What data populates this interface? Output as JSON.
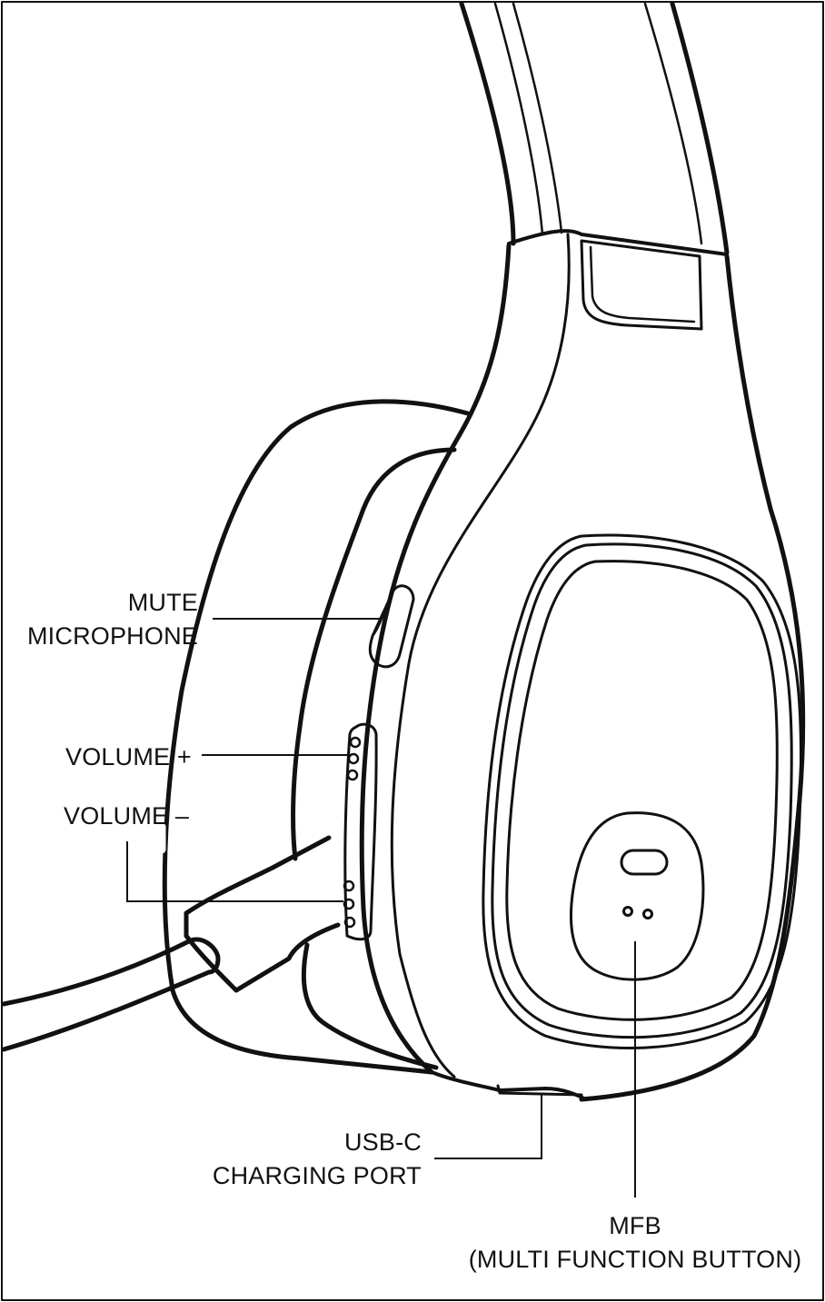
{
  "callouts": {
    "mute_microphone": {
      "line1": "MUTE",
      "line2": "MICROPHONE"
    },
    "volume_plus": "VOLUME +",
    "volume_minus": "VOLUME –",
    "usb_c": {
      "line1": "USB-C",
      "line2": "CHARGING PORT"
    },
    "mfb": {
      "line1": "MFB",
      "line2": "(MULTI FUNCTION BUTTON)"
    }
  },
  "colors": {
    "ink": "#111111",
    "background": "#ffffff"
  }
}
